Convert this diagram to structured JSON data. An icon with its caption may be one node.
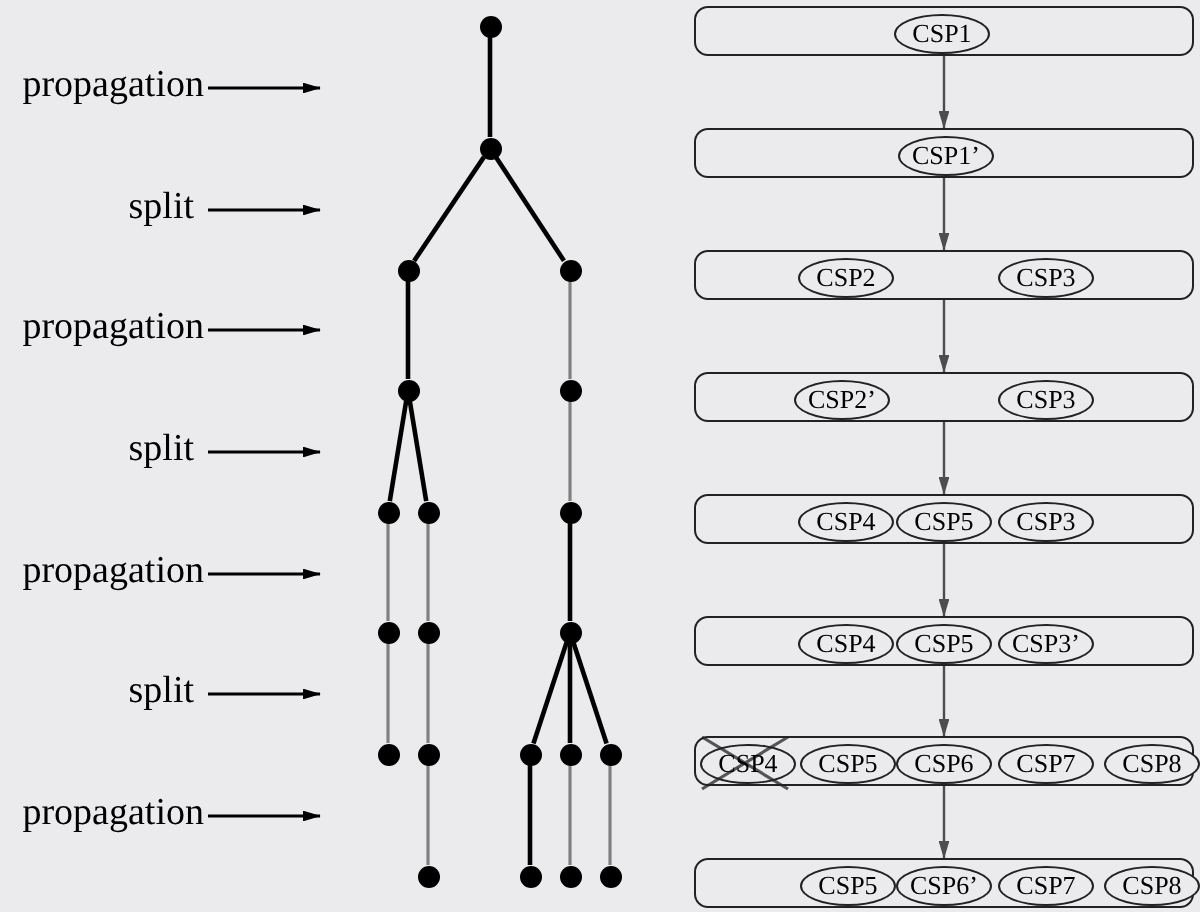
{
  "diagram": {
    "nodes": [
      {
        "text": [
          "propagation"
        ]
      },
      {
        "text": [
          "split"
        ]
      },
      {
        "text": [
          "propagation"
        ]
      },
      {
        "text": [
          "split"
        ]
      },
      {
        "text": [
          "propagation"
        ]
      },
      {
        "text": [
          "split"
        ]
      },
      {
        "text": [
          "propagation"
        ]
      },
      {
        "text": [],
        "shape": "circle"
      },
      {
        "text": [],
        "shape": "circle"
      },
      {
        "text": [],
        "shape": "circle"
      },
      {
        "text": [],
        "shape": "circle"
      },
      {
        "text": [],
        "shape": "circle"
      },
      {
        "text": [],
        "shape": "circle"
      },
      {
        "text": [],
        "shape": "circle"
      },
      {
        "text": [],
        "shape": "circle"
      },
      {
        "text": [],
        "shape": "circle"
      },
      {
        "text": [],
        "shape": "circle"
      },
      {
        "text": [],
        "shape": "circle"
      },
      {
        "text": [],
        "shape": "circle"
      },
      {
        "text": [],
        "shape": "circle"
      },
      {
        "text": [],
        "shape": "circle"
      },
      {
        "text": [],
        "shape": "circle"
      },
      {
        "text": [],
        "shape": "circle"
      },
      {
        "text": [],
        "shape": "circle"
      },
      {
        "text": [],
        "shape": "circle"
      },
      {
        "text": [],
        "shape": "circle"
      },
      {
        "text": [],
        "shape": "circle"
      },
      {
        "text": [],
        "shape": "circle"
      },
      {
        "text": [],
        "shape": "box"
      },
      {
        "text": [
          "CSP1"
        ],
        "in": 28
      },
      {
        "text": [],
        "shape": "box"
      },
      {
        "text": [
          "CSP1’"
        ],
        "in": 30
      },
      {
        "text": [],
        "shape": "box"
      },
      {
        "text": [
          "CSP2"
        ],
        "in": 32
      },
      {
        "text": [
          "CSP3"
        ],
        "in": 32
      },
      {
        "text": [],
        "shape": "box"
      },
      {
        "text": [
          "CSP2’"
        ],
        "in": 35
      },
      {
        "text": [
          "CSP3"
        ],
        "in": 35
      },
      {
        "text": [],
        "shape": "box"
      },
      {
        "text": [
          "CSP4"
        ],
        "in": 38
      },
      {
        "text": [
          "CSP5"
        ],
        "in": 38
      },
      {
        "text": [
          "CSP3"
        ],
        "in": 38
      },
      {
        "text": [],
        "shape": "box"
      },
      {
        "text": [
          "CSP4"
        ],
        "in": 42
      },
      {
        "text": [
          "CSP5"
        ],
        "in": 42
      },
      {
        "text": [
          "CSP3’"
        ],
        "in": 42
      },
      {
        "text": [],
        "shape": "box"
      },
      {
        "text": [
          "CSP4"
        ],
        "in": 46
      },
      {
        "text": [
          "CSP5"
        ],
        "in": 46
      },
      {
        "text": [
          "CSP6"
        ],
        "in": 46
      },
      {
        "text": [
          "CSP7"
        ],
        "in": 46
      },
      {
        "text": [
          "CSP8"
        ],
        "in": 46
      },
      {
        "text": [],
        "shape": "box"
      },
      {
        "text": [
          "CSP5"
        ],
        "in": 52
      },
      {
        "text": [
          "CSP6’"
        ],
        "in": 52
      },
      {
        "text": [
          "CSP7"
        ],
        "in": 52
      },
      {
        "text": [
          "CSP8"
        ],
        "in": 52
      }
    ],
    "edges": [
      {
        "from": 0,
        "to": null,
        "arrow": "to"
      },
      {
        "from": 1,
        "to": null,
        "arrow": "to"
      },
      {
        "from": 2,
        "to": null,
        "arrow": "to"
      },
      {
        "from": 3,
        "to": null,
        "arrow": "to"
      },
      {
        "from": 4,
        "to": null,
        "arrow": "to"
      },
      {
        "from": 5,
        "to": null,
        "arrow": "to"
      },
      {
        "from": 6,
        "to": null,
        "arrow": "to"
      },
      {
        "from": 7,
        "to": 8,
        "arrow": "none"
      },
      {
        "from": 8,
        "to": 9,
        "arrow": "none"
      },
      {
        "from": 8,
        "to": 10,
        "arrow": "none"
      },
      {
        "from": 9,
        "to": 11,
        "arrow": "none"
      },
      {
        "from": 10,
        "to": 12,
        "arrow": "none",
        "color": "#808080"
      },
      {
        "from": 11,
        "to": 13,
        "arrow": "none"
      },
      {
        "from": 11,
        "to": 14,
        "arrow": "none"
      },
      {
        "from": 12,
        "to": 15,
        "arrow": "none",
        "color": "#808080"
      },
      {
        "from": 13,
        "to": 16,
        "arrow": "none",
        "color": "#808080"
      },
      {
        "from": 14,
        "to": 17,
        "arrow": "none",
        "color": "#808080"
      },
      {
        "from": 15,
        "to": 18,
        "arrow": "none"
      },
      {
        "from": 16,
        "to": 19,
        "arrow": "none",
        "color": "#808080"
      },
      {
        "from": 17,
        "to": 20,
        "arrow": "none",
        "color": "#808080"
      },
      {
        "from": 18,
        "to": 21,
        "arrow": "none"
      },
      {
        "from": 18,
        "to": 22,
        "arrow": "none"
      },
      {
        "from": 18,
        "to": 23,
        "arrow": "none"
      },
      {
        "from": 20,
        "to": 24,
        "arrow": "none",
        "color": "#808080"
      },
      {
        "from": 21,
        "to": 25,
        "arrow": "none"
      },
      {
        "from": 22,
        "to": 26,
        "arrow": "none",
        "color": "#808080"
      },
      {
        "from": 23,
        "to": 27,
        "arrow": "none",
        "color": "#808080"
      },
      {
        "from": 28,
        "to": 30,
        "arrow": "to",
        "color": "#4d4d4d"
      },
      {
        "from": 30,
        "to": 32,
        "arrow": "to",
        "color": "#4d4d4d"
      },
      {
        "from": 32,
        "to": 35,
        "arrow": "to",
        "color": "#4d4d4d"
      },
      {
        "from": 35,
        "to": 38,
        "arrow": "to",
        "color": "#4d4d4d"
      },
      {
        "from": 38,
        "to": 42,
        "arrow": "to",
        "color": "#4d4d4d"
      },
      {
        "from": 42,
        "to": 46,
        "arrow": "to",
        "color": "#4d4d4d"
      },
      {
        "from": 46,
        "to": 52,
        "arrow": "to",
        "color": "#4d4d4d"
      }
    ]
  }
}
